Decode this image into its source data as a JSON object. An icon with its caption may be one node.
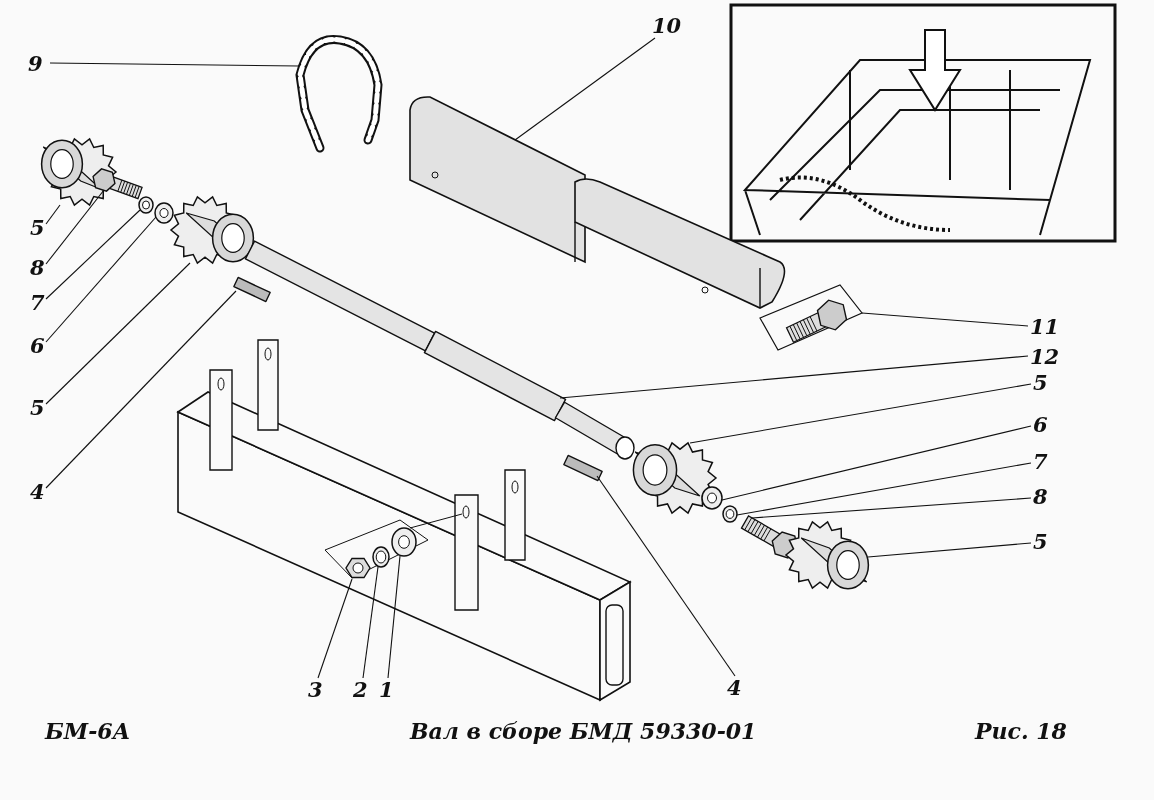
{
  "diagram": {
    "caption": "Вал в сборе БМД 59330-01",
    "nodes": [
      {
        "text": [
          "9"
        ]
      },
      {
        "text": [
          "10"
        ]
      },
      {
        "text": [
          "5"
        ]
      },
      {
        "text": [
          "8"
        ]
      },
      {
        "text": [
          "7"
        ]
      },
      {
        "text": [
          "6"
        ]
      },
      {
        "text": [
          "5"
        ]
      },
      {
        "text": [
          "11"
        ]
      },
      {
        "text": [
          "12"
        ]
      },
      {
        "text": [
          "5"
        ]
      },
      {
        "text": [
          "6"
        ]
      },
      {
        "text": [
          "7"
        ]
      },
      {
        "text": [
          "8"
        ]
      },
      {
        "text": [
          "5"
        ]
      },
      {
        "text": [
          "4"
        ]
      },
      {
        "text": [
          "3"
        ]
      },
      {
        "text": [
          "2"
        ]
      },
      {
        "text": [
          "1"
        ]
      },
      {
        "text": [
          "4"
        ]
      },
      {
        "text": [],
        "shape": "picture"
      },
      {
        "text": [],
        "shape": "picture"
      },
      {
        "text": [],
        "shape": "picture"
      },
      {
        "text": [],
        "shape": "picture"
      },
      {
        "text": [],
        "shape": "picture"
      },
      {
        "text": [],
        "shape": "picture"
      },
      {
        "text": [],
        "shape": "picture"
      },
      {
        "text": [],
        "shape": "picture"
      },
      {
        "text": [],
        "shape": "picture"
      },
      {
        "text": [],
        "shape": "picture"
      },
      {
        "text": [],
        "shape": "picture"
      },
      {
        "text": [],
        "shape": "picture"
      },
      {
        "text": [],
        "shape": "picture"
      },
      {
        "text": [],
        "shape": "picture"
      },
      {
        "text": [],
        "shape": "picture"
      },
      {
        "text": [],
        "shape": "picture"
      },
      {
        "text": [],
        "shape": "picture"
      },
      {
        "text": [],
        "shape": "picture"
      },
      {
        "text": [],
        "shape": "picture"
      }
    ],
    "edges": [
      {
        "from": 0,
        "to": 19,
        "arrow": "none"
      },
      {
        "from": 1,
        "to": 20,
        "arrow": "none"
      },
      {
        "from": 2,
        "to": 21,
        "arrow": "none"
      },
      {
        "from": 3,
        "to": 22,
        "arrow": "none"
      },
      {
        "from": 4,
        "to": 23,
        "arrow": "none"
      },
      {
        "from": 5,
        "to": 24,
        "arrow": "none"
      },
      {
        "from": 6,
        "to": 25,
        "arrow": "none"
      },
      {
        "from": 14,
        "to": 26,
        "arrow": "none"
      },
      {
        "from": 7,
        "to": 27,
        "arrow": "none"
      },
      {
        "from": 8,
        "to": 28,
        "arrow": "none"
      },
      {
        "from": 9,
        "to": 29,
        "arrow": "none"
      },
      {
        "from": 10,
        "to": 30,
        "arrow": "none"
      },
      {
        "from": 11,
        "to": 31,
        "arrow": "none"
      },
      {
        "from": 12,
        "to": 32,
        "arrow": "none"
      },
      {
        "from": 13,
        "to": 33,
        "arrow": "none"
      },
      {
        "from": 18,
        "to": 34,
        "arrow": "none"
      },
      {
        "from": 15,
        "to": 35,
        "arrow": "none"
      },
      {
        "from": 16,
        "to": 36,
        "arrow": "none"
      },
      {
        "from": 17,
        "to": 37,
        "arrow": "none"
      }
    ],
    "labels": [
      "БМ-6А",
      "Рис. 18"
    ]
  }
}
